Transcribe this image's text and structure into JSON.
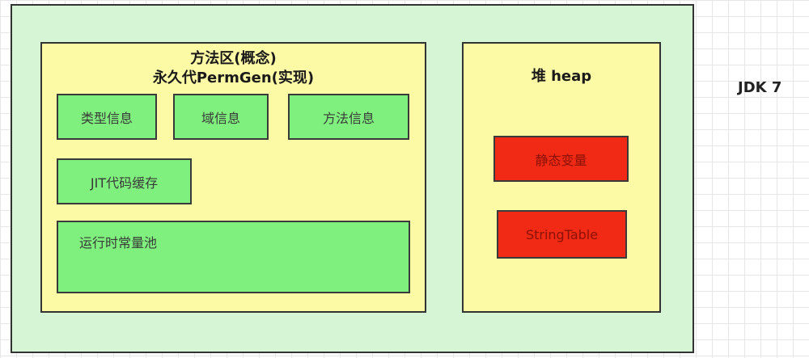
{
  "label": "JDK 7",
  "method_area": {
    "title_line1": "方法区(概念)",
    "title_line2": "永久代PermGen(实现)",
    "items": [
      "类型信息",
      "域信息",
      "方法信息",
      "JIT代码缓存",
      "运行时常量池"
    ]
  },
  "heap": {
    "title": "堆 heap",
    "items": [
      "静态变量",
      "StringTable"
    ]
  },
  "colors": {
    "outer_fill": "#d6f5d4",
    "area_fill": "#fdfaa6",
    "green_box": "#7ff07d",
    "red_box": "#f02a14"
  }
}
